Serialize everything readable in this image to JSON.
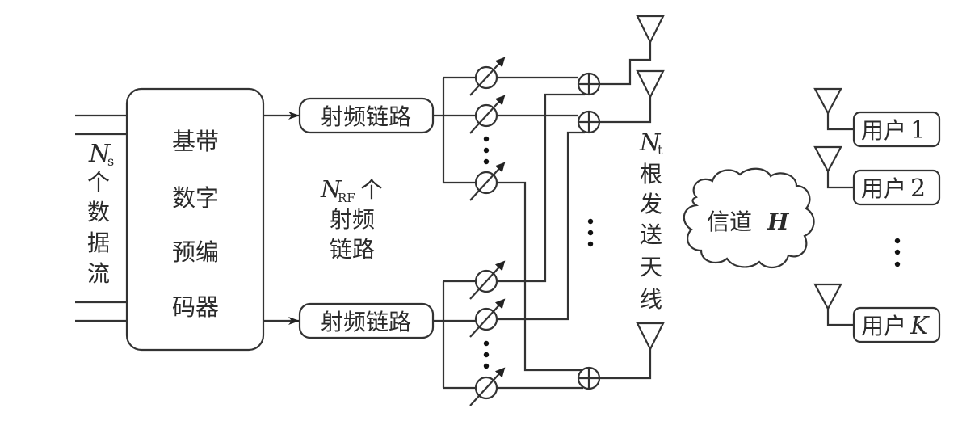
{
  "input": {
    "ns_symbol": "N",
    "ns_sub": "s",
    "label_chars": [
      "个",
      "数",
      "据",
      "流"
    ]
  },
  "baseband": {
    "lines": [
      "基带",
      "数字",
      "预编",
      "码器"
    ]
  },
  "rf_chain": {
    "label": "射频链路",
    "count_symbol": "N",
    "count_sub": "RF",
    "count_suffix": "个",
    "count_lines": [
      "射频",
      "链路"
    ]
  },
  "antennas": {
    "nt_symbol": "N",
    "nt_sub": "t",
    "label_chars": [
      "根",
      "发",
      "送",
      "天",
      "线"
    ]
  },
  "channel": {
    "label": "信道",
    "symbol": "H"
  },
  "users": [
    {
      "prefix": "用户",
      "id": "1"
    },
    {
      "prefix": "用户",
      "id": "2"
    },
    {
      "prefix": "用户",
      "id": "K"
    }
  ],
  "ellipsis": "⋮"
}
